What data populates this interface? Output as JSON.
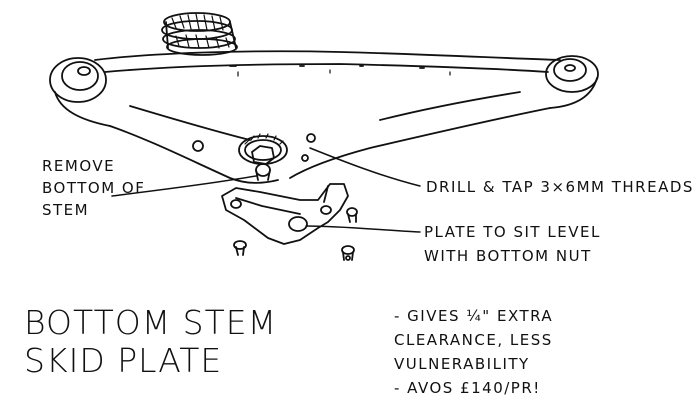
{
  "labels": {
    "remove_line1": "REMOVE",
    "remove_line2": "BOTTOM OF",
    "remove_line3": "STEM",
    "drill": "DRILL & TAP 3×6MM THREADS",
    "plate_line1": "PLATE TO SIT LEVEL",
    "plate_line2": "WITH BOTTOM NUT"
  },
  "title": {
    "line1": "BOTTOM STEM",
    "line2": "SKID PLATE"
  },
  "notes": {
    "line1": "- GIVES ¼\" EXTRA",
    "line2": "CLEARANCE, LESS",
    "line3": "VULNERABILITY",
    "line4": "- AVOs £140/PR!"
  },
  "colors": {
    "ink": "#111111",
    "paper": "#ffffff"
  }
}
